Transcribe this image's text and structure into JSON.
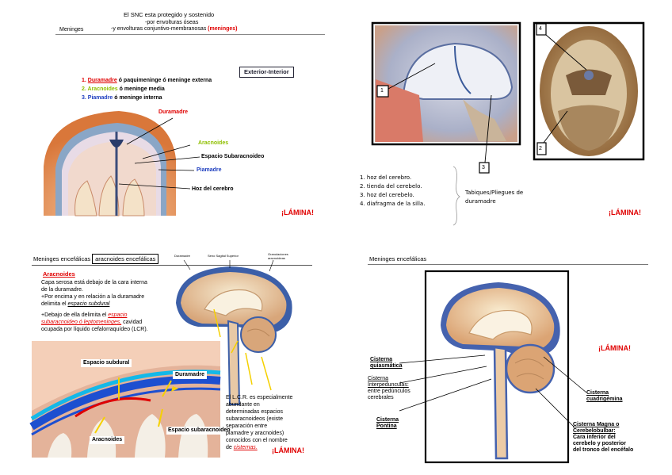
{
  "s1": {
    "title1": "El SNC esta protegido y sostenido",
    "title2": "-por envolturas óseas",
    "title3_pre": "-y envolturas conjuntivo-membranosas ",
    "title3_red": "(meninges)",
    "section": "Meninges",
    "box_label": "Exterior-Interior",
    "list": [
      {
        "num": "1.",
        "name": "Duramadre",
        "rest": " ó paquimeninge ó meninge externa",
        "color": "#e00000"
      },
      {
        "num": "2.",
        "name": "Aracnoides",
        "rest": " ó meninge media",
        "color": "#8fbf00"
      },
      {
        "num": "3.",
        "name": "Piamadre",
        "rest": " ó meninge interna",
        "color": "#1f3fbf"
      }
    ],
    "labels": {
      "duramadre": "Duramadre",
      "aracnoides": "Aracnoides",
      "espacio": "Espacio Subaracnoideo",
      "piamadre": "Piamadre",
      "hoz": "Hoz del cerebro"
    },
    "lamina": "¡LÁMINA!"
  },
  "s2": {
    "markers": [
      "1",
      "4",
      "2",
      "3"
    ],
    "items": [
      "1. hoz del cerebro.",
      "2. tienda del cerebelo.",
      "3. hoz del cerebelo.",
      "4. diafragma de la silla."
    ],
    "group_label1": "Tabiques/Pliegues de",
    "group_label2": "duramadre",
    "lamina": "¡LÁMINA!"
  },
  "s3": {
    "header_pre": "Meninges encefálicas",
    "header_box": "aracnoides encefálicas",
    "heading": "Aracnoides",
    "p1": [
      "Capa serosa está debajo de la cara interna",
      "de la duramadre."
    ],
    "p2a": "+Por encima y en relación a la duramadre",
    "p2b_pre": "delimita el ",
    "p2b_link": "espacio subdural",
    "p3a_pre": "+Debajo de ella delimita el ",
    "p3a_link": "espacio",
    "p3b_link": "subaracnoideo ó leptomeninges,",
    "p3b_post": " cavidad",
    "p3c": "ocupada por líquido  cefalorraquídeo (LCR).",
    "top_labels": [
      "Duramadre",
      "Seno Sagital Superior",
      "Granulaciones aracnoideas"
    ],
    "inset_labels": {
      "subdural": "Espacio subdural",
      "duramadre": "Duramadre",
      "aracnoides": "Aracnoides",
      "subaracnoideo": "Espacio subaracnoideo"
    },
    "lcr": [
      "El L.C.R. es especialmente",
      "abundante en",
      "determinadas espacios",
      "subaracnoideos (existe",
      "separación entre",
      "piamadre y aracnoides)",
      "conocidos con el nombre"
    ],
    "lcr_last_pre": "de ",
    "lcr_last_link": "cisternas.",
    "lamina": "¡LÁMINA!"
  },
  "s4": {
    "header": "Meninges encefálicas",
    "labels": {
      "quiasmatica": [
        "Cisterna",
        "quiasmática"
      ],
      "interped": [
        "Cisterna",
        "Interpedunculas:",
        "entre pedúnculos",
        "cerebrales"
      ],
      "pontina": [
        "Cisterna",
        "Pontina"
      ],
      "cuadrigemina": [
        "Cisterna",
        "cuadrigémina"
      ],
      "magna": [
        "Cisterna Magna o",
        "Cerebelobulbar:",
        "Cara inferior del",
        "cerebelo y posterior",
        "del tronco del encéfalo"
      ]
    },
    "lamina": "¡LÁMINA!"
  }
}
